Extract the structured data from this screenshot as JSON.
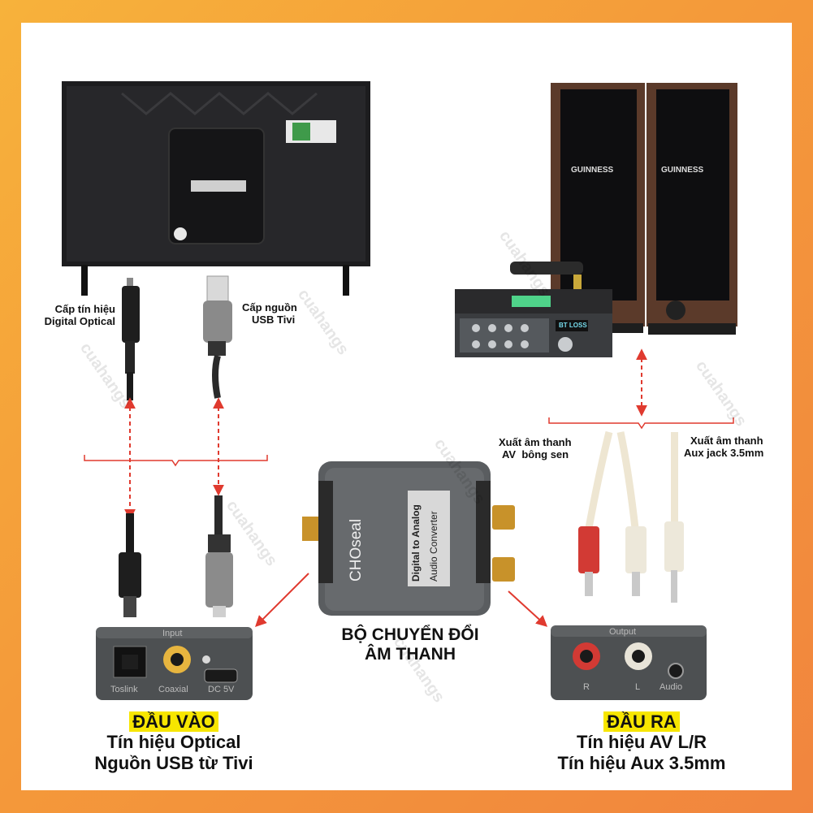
{
  "watermark": "cuahangs",
  "labels": {
    "optical_cable": [
      "Cấp tín hiệu",
      "Digital Optical"
    ],
    "usb_power": [
      "Cấp nguồn",
      "USB Tivi"
    ],
    "av_out": [
      "Xuất âm thanh",
      "AV  bông sen"
    ],
    "aux_out": [
      "Xuất âm thanh",
      "Aux jack 3.5mm"
    ],
    "converter_title": [
      "BỘ CHUYỂN ĐỔI",
      "ÂM THANH"
    ],
    "input_tag": "ĐẦU VÀO",
    "input_lines": [
      "Tín hiệu Optical",
      "Nguồn USB từ Tivi"
    ],
    "output_tag": "ĐẦU RA",
    "output_lines": [
      "Tín hiệu AV L/R",
      "Tín hiệu Aux 3.5mm"
    ]
  },
  "device": {
    "brand": "CHOseal",
    "line1": "Digital to Analog",
    "line2": "Audio Converter",
    "input_panel_title": "Input",
    "input_ports": [
      "Toslink",
      "Coaxial",
      "DC 5V"
    ],
    "output_panel_title": "Output",
    "output_ports": [
      "R",
      "L",
      "Audio"
    ],
    "speaker_brand": "GUINNESS",
    "amp_display": "BT LOSS"
  },
  "colors": {
    "arrow": "#e03a2f",
    "highlight": "#f7e600",
    "border": "#f49a3a"
  }
}
